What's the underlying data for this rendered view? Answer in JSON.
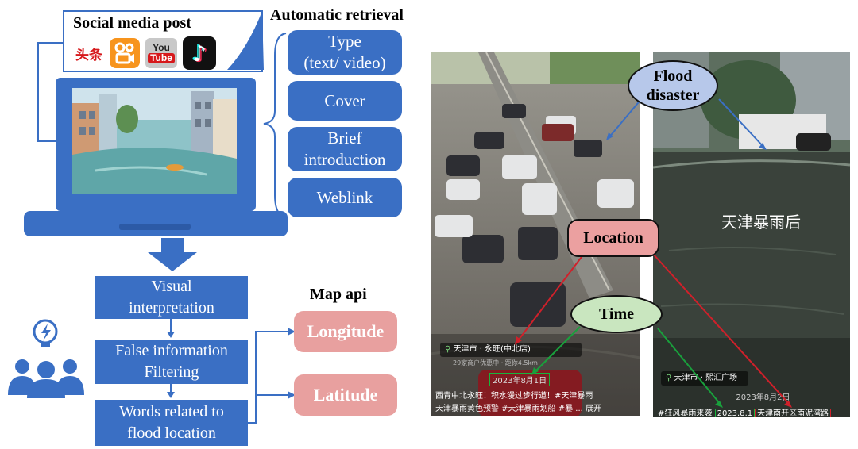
{
  "left": {
    "social_title": "Social media post",
    "logos": [
      {
        "name": "toutiao-logo",
        "text": "头条"
      },
      {
        "name": "kuaishou-logo",
        "text": ""
      },
      {
        "name": "youtube-logo",
        "text": "You Tube"
      },
      {
        "name": "tiktok-logo",
        "text": "♪"
      }
    ],
    "auto_title": "Automatic retrieval",
    "retrieval_items": [
      "Type\n(text/ video)",
      "Cover",
      "Brief\nintroduction",
      "Weblink"
    ],
    "flow": [
      "Visual\ninterpretation",
      "False information\nFiltering",
      "Words related to\nflood location"
    ],
    "map_title": "Map api",
    "map_items": [
      "Longitude",
      "Latitude"
    ]
  },
  "right": {
    "labels": {
      "flood": "Flood\ndisaster",
      "location": "Location",
      "time": "Time"
    },
    "left_photo": {
      "location_tag": "天津市 · 永旺(中北店)",
      "location_sub": "29家商户优惠中 · 距你4.5km",
      "date": "2023年8月1日",
      "caption1": "西青中北永旺！积水漫过步行道！#天津暴雨",
      "caption2": "天津暴雨黄色预警 #天津暴雨划船 #暴 ... 展开"
    },
    "right_photo": {
      "overlay": "天津暴雨后",
      "location_tag": "天津市 · 熙汇广场",
      "date": "· 2023年8月2日",
      "caption_a": "#狂风暴雨来袭",
      "caption_b": "2023.8.1",
      "caption_c": "天津南开区南泥湾路"
    }
  }
}
